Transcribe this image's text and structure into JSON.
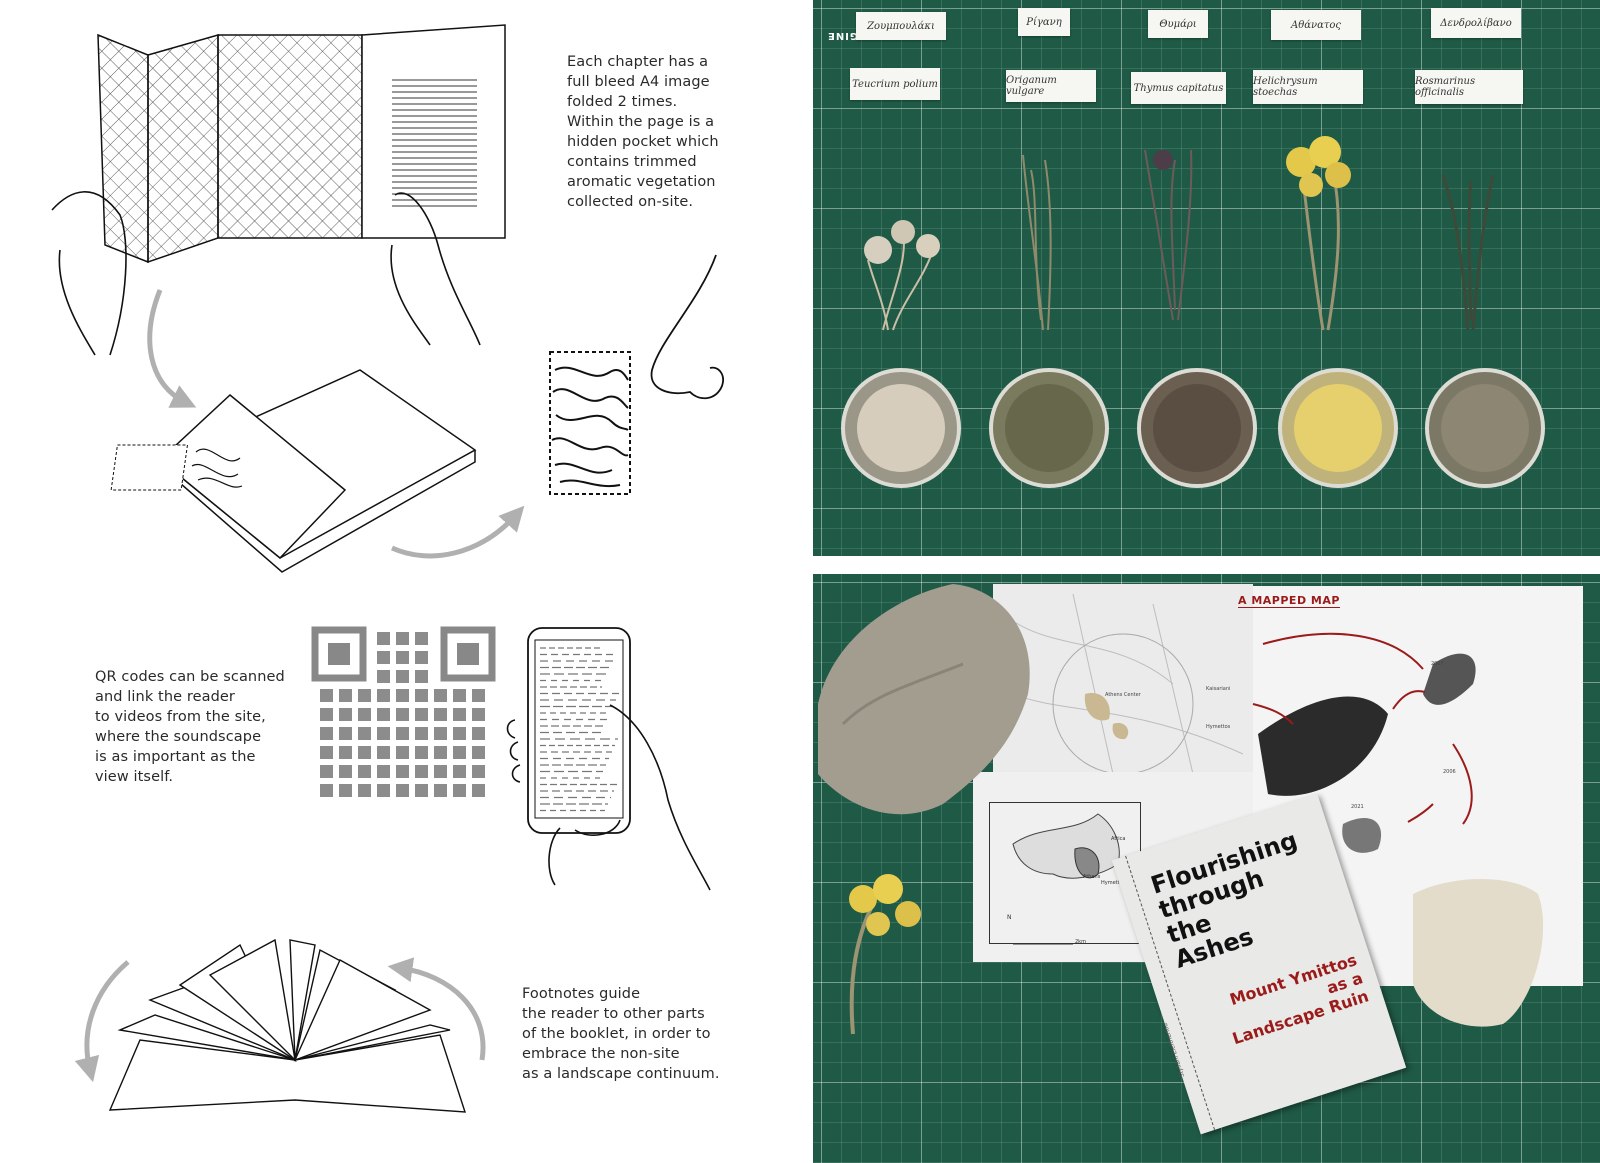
{
  "captions": {
    "chapter": "Each chapter has a\nfull bleed A4 image\nfolded 2 times.\nWithin the page is a\nhidden pocket which\ncontains trimmed\naromatic vegetation\ncollected on-site.",
    "qr": "QR codes can be scanned\nand link the reader\nto videos from the site,\nwhere the soundscape\nis as important as the\nview itself.",
    "footnotes": "Footnotes guide\nthe reader to other parts\nof the booklet, in order to\nembrace the non-site\nas a landscape continuum."
  },
  "herb_labels": {
    "top_row": [
      "Ζουμπουλάκι",
      "Ρίγανη",
      "Θυμάρι",
      "Αθάνατος",
      "Δενδρολίβανο"
    ],
    "bottom_row": [
      "Teucrium polium",
      "Origanum vulgare",
      "Thymus capitatus",
      "Helichrysum stoechas",
      "Rosmarinus officinalis"
    ]
  },
  "mat": {
    "brand": "IMAGINE"
  },
  "map_sheet": {
    "title": "A MAPPED MAP",
    "places": [
      "Athens Center",
      "Kaisariani",
      "Hymettos"
    ],
    "years": [
      "2007",
      "2006",
      "2021"
    ]
  },
  "small_map": {
    "labels": [
      "Athens",
      "Hymettos",
      "Attica"
    ],
    "scale": "2km",
    "north": "N"
  },
  "book": {
    "title_lines": [
      "Flourishing",
      "through",
      "the",
      "Ashes"
    ],
    "subtitle_lines": [
      "Mount Ymittos",
      "as a",
      "Landscape Ruin"
    ],
    "spine": "Styliani Eleftheriou"
  },
  "colors": {
    "mat_green": "#1f5a46",
    "accent_red": "#9b1b1b",
    "arrow_gray": "#b0b0b0"
  }
}
